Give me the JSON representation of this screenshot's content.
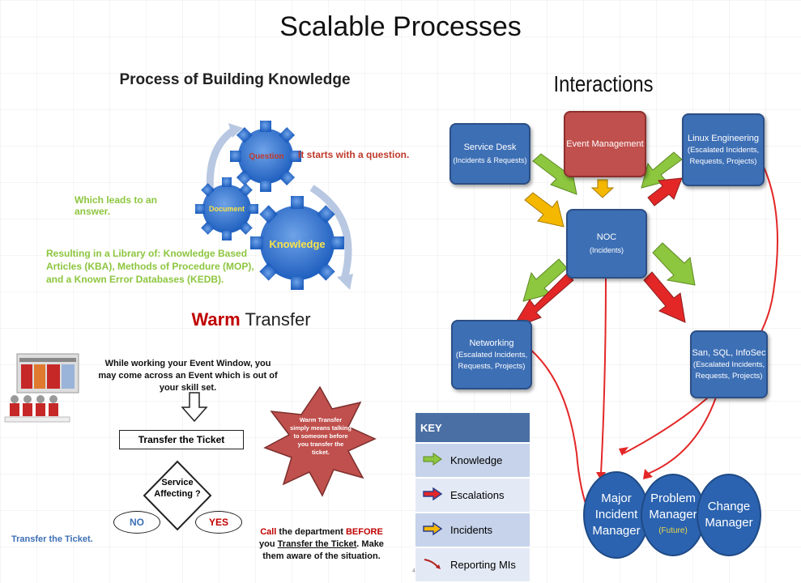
{
  "title": "Scalable Processes",
  "knowledge": {
    "title": "Process of Building Knowledge",
    "gear_question": "Question",
    "gear_document": "Document",
    "gear_knowledge": "Knowledge",
    "starts_text": "It starts with a question.",
    "leads_text": "Which leads to an answer.",
    "result_text": "Resulting in a Library of: Knowledge Based Articles (KBA), Methods of Procedure (MOP), and a Known Error Databases (KEDB)."
  },
  "warm": {
    "title_warm": "Warm",
    "title_rest": " Transfer",
    "intro": "While working  your Event Window, you may come across an Event which is out of your skill set.",
    "transfer_box": "Transfer the Ticket",
    "diamond": "Service Affecting ?",
    "no": "NO",
    "yes": "YES",
    "burst": "Warm Transfer simply means talking to someone before you transfer the ticket.",
    "left_note": "Transfer the Ticket.",
    "call_1": "Call",
    "call_2": " the department ",
    "call_3": "BEFORE",
    "call_4": " you ",
    "call_5": "Transfer the Ticket",
    "call_6": ". Make them aware of the situation."
  },
  "interactions": {
    "title": "Interactions",
    "service_desk": "Service Desk",
    "service_desk_sub": "(Incidents & Requests)",
    "event_mgmt": "Event Management",
    "linux": "Linux Engineering",
    "linux_sub": "(Escalated Incidents, Requests, Projects)",
    "noc": "NOC",
    "noc_sub": "(Incidents)",
    "networking": "Networking",
    "networking_sub": "(Escalated Incidents, Requests, Projects)",
    "san": "San, SQL, InfoSec",
    "san_sub": "(Escalated Incidents, Requests, Projects)",
    "major": "Major Incident Manager",
    "problem": "Problem Manager",
    "problem_future": "(Future)",
    "change": "Change Manager"
  },
  "key": {
    "header": "KEY",
    "items": [
      "Knowledge",
      "Escalations",
      "Incidents",
      "Reporting MIs"
    ]
  },
  "page_num": "4",
  "colors": {
    "knowledge_arrow": "#8dc63f",
    "escalation_arrow": "#e32727",
    "incident_arrow": "#f5b800",
    "node_blue": "#3d6fb5",
    "warm_red": "#c00000"
  }
}
